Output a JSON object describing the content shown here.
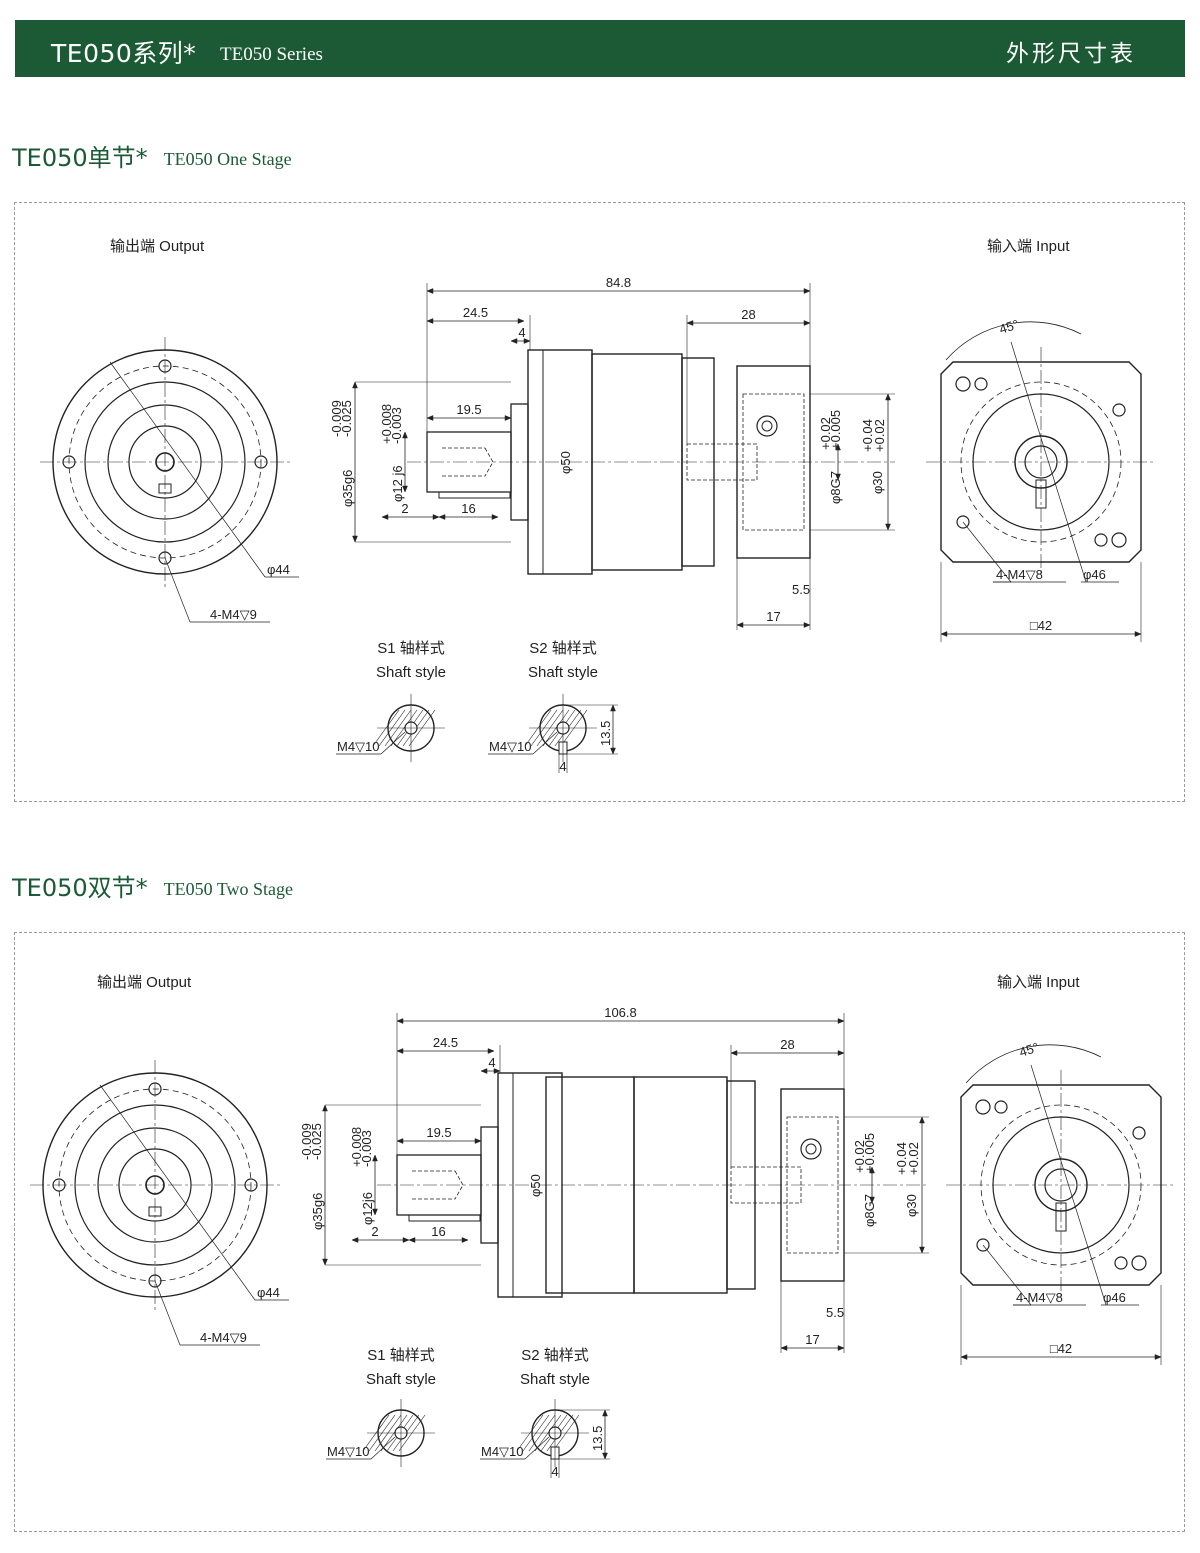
{
  "header": {
    "series_cn": "TE050系列*",
    "series_en": "TE050 Series",
    "right_title": "外形尺寸表"
  },
  "sections": [
    {
      "title_cn": "TE050单节*",
      "title_en": "TE050 One Stage",
      "output_label": "输出端  Output",
      "input_label": "输入端  Input",
      "dims": {
        "overall_length": "84.8",
        "output_shaft_length": "24.5",
        "flange_thickness": "4",
        "motor_adapter_length": "28",
        "shaft_key_length": "19.5",
        "shaft_offset": "2",
        "key_length": "16",
        "spigot_diameter": "φ35g6",
        "spigot_tol_upper": "-0.009",
        "spigot_tol_lower": "-0.025",
        "shaft_diameter": "φ12 j6",
        "shaft_tol_upper": "+0.008",
        "shaft_tol_lower": "-0.003",
        "body_diameter": "φ50",
        "input_bore": "φ8G7",
        "input_bore_tol_upper": "+0.02",
        "input_bore_tol_lower": "+0.005",
        "input_spigot": "φ30",
        "input_spigot_tol_upper": "+0.04",
        "input_spigot_tol_lower": "+0.02",
        "spigot_depth": "5.5",
        "adapter_depth": "17",
        "output_pcd": "φ44",
        "output_holes": "4-M4▽9",
        "input_angle": "45°",
        "input_holes": "4-M4▽8",
        "input_pcd": "φ46",
        "input_square": "□42",
        "s1_label_cn": "S1 轴样式",
        "s1_label_en": "Shaft style",
        "s2_label_cn": "S2 轴样式",
        "s2_label_en": "Shaft style",
        "s1_thread": "M4▽10",
        "s2_thread": "M4▽10",
        "s2_key_height": "13.5",
        "s2_key_width": "4"
      }
    },
    {
      "title_cn": "TE050双节*",
      "title_en": "TE050 Two Stage",
      "output_label": "输出端  Output",
      "input_label": "输入端  Input",
      "dims": {
        "overall_length": "106.8",
        "output_shaft_length": "24.5",
        "flange_thickness": "4",
        "motor_adapter_length": "28",
        "shaft_key_length": "19.5",
        "shaft_offset": "2",
        "key_length": "16",
        "spigot_diameter": "φ35g6",
        "spigot_tol_upper": "-0.009",
        "spigot_tol_lower": "-0.025",
        "shaft_diameter": "φ12j6",
        "shaft_tol_upper": "+0.008",
        "shaft_tol_lower": "-0.003",
        "body_diameter": "φ50",
        "input_bore": "φ8G7",
        "input_bore_tol_upper": "+0.02",
        "input_bore_tol_lower": "+0.005",
        "input_spigot": "φ30",
        "input_spigot_tol_upper": "+0.04",
        "input_spigot_tol_lower": "+0.02",
        "spigot_depth": "5.5",
        "adapter_depth": "17",
        "output_pcd": "φ44",
        "output_holes": "4-M4▽9",
        "input_angle": "45°",
        "input_holes": "4-M4▽8",
        "input_pcd": "φ46",
        "input_square": "□42",
        "s1_label_cn": "S1 轴样式",
        "s1_label_en": "Shaft style",
        "s2_label_cn": "S2 轴样式",
        "s2_label_en": "Shaft style",
        "s1_thread": "M4▽10",
        "s2_thread": "M4▽10",
        "s2_key_height": "13.5",
        "s2_key_width": "4"
      }
    }
  ],
  "colors": {
    "brand_green": "#1b5a34",
    "line": "#222222",
    "dashed_frame": "#9a9a9a"
  }
}
